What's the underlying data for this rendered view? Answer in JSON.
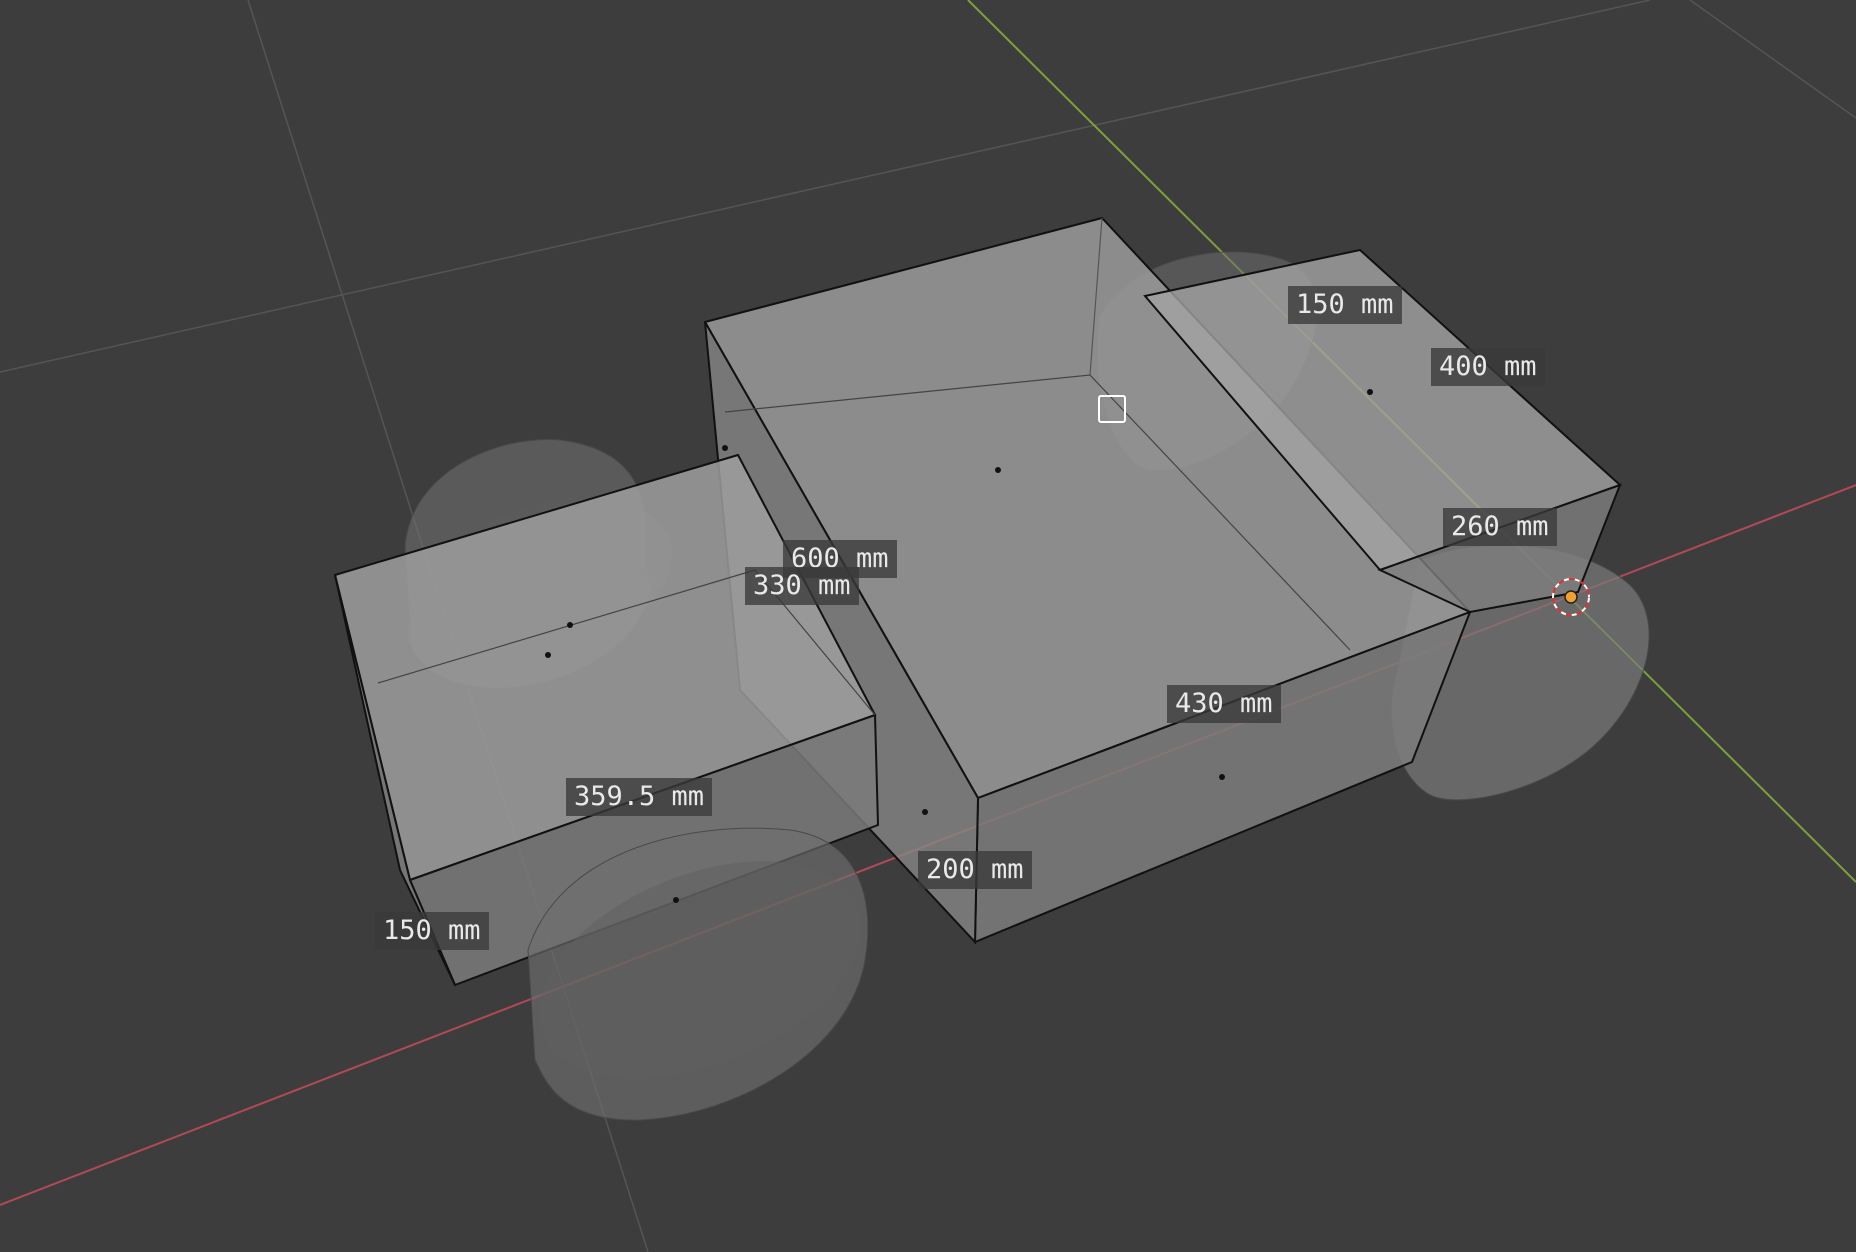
{
  "viewport": {
    "background": "#3d3d3d",
    "grid_color": "#555555",
    "x_axis_color": "#b04a55",
    "y_axis_color": "#7ea03c",
    "mesh_face_color": "#8a8a8a",
    "edge_color": "#111111",
    "cursor_color": "#f0a030"
  },
  "measurements": [
    {
      "id": "top-right-width",
      "text": "150 mm"
    },
    {
      "id": "top-right-length",
      "text": "400 mm"
    },
    {
      "id": "right-height",
      "text": "260 mm"
    },
    {
      "id": "cab-length",
      "text": "600 mm"
    },
    {
      "id": "hood-height",
      "text": "330 mm"
    },
    {
      "id": "cab-width",
      "text": "430 mm"
    },
    {
      "id": "hood-length",
      "text": "359.5 mm"
    },
    {
      "id": "cab-height",
      "text": "200 mm"
    },
    {
      "id": "front-height",
      "text": "150 mm"
    }
  ],
  "icons": {
    "cursor": "3d-cursor-icon",
    "select_box": "selection-box-icon"
  }
}
